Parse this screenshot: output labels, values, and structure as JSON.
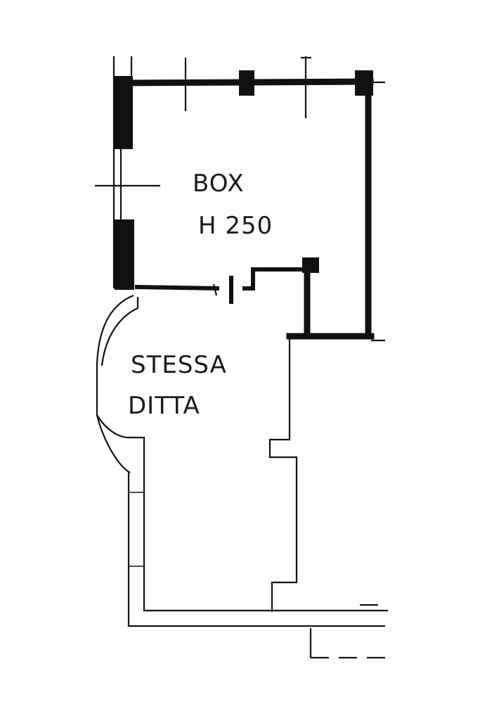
{
  "rooms": {
    "box": {
      "name": "BOX",
      "height_note": "H 250"
    },
    "stessa_ditta": {
      "line1": "STESSA",
      "line2": "DITTA"
    }
  },
  "colors": {
    "ink": "#111111",
    "paper": "#ffffff"
  }
}
